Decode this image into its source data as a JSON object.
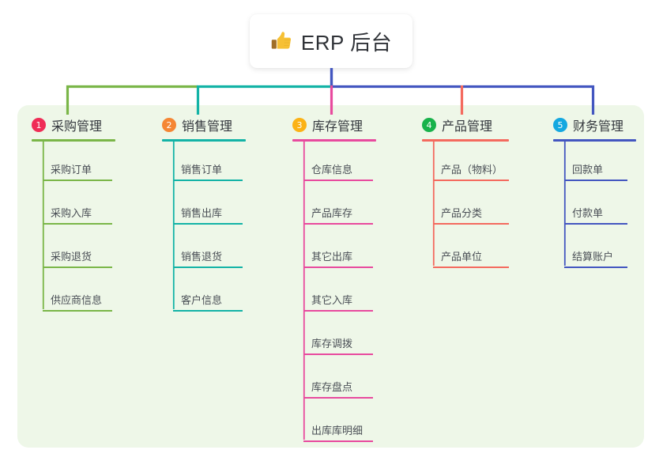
{
  "diagram": {
    "type": "mindmap",
    "root": {
      "label": "ERP 后台",
      "icon": "thumbs-up-icon"
    },
    "panel_color": "#eef7e8",
    "branches": [
      {
        "number": "1",
        "label": "采购管理",
        "badge_color": "#ef2d56",
        "line_color": "#7ab648",
        "items": [
          "采购订单",
          "采购入库",
          "采购退货",
          "供应商信息"
        ]
      },
      {
        "number": "2",
        "label": "销售管理",
        "badge_color": "#f58634",
        "line_color": "#13b3a6",
        "items": [
          "销售订单",
          "销售出库",
          "销售退货",
          "客户信息"
        ]
      },
      {
        "number": "3",
        "label": "库存管理",
        "badge_color": "#fbb216",
        "line_color": "#e84a9e",
        "items": [
          "仓库信息",
          "产品库存",
          "其它出库",
          "其它入库",
          "库存调拨",
          "库存盘点",
          "出库库明细"
        ]
      },
      {
        "number": "4",
        "label": "产品管理",
        "badge_color": "#18b24b",
        "line_color": "#f46a5e",
        "items": [
          "产品（物料）",
          "产品分类",
          "产品单位"
        ]
      },
      {
        "number": "5",
        "label": "财务管理",
        "badge_color": "#14a8e0",
        "line_color": "#4356c0",
        "items": [
          "回款单",
          "付款单",
          "结算账户"
        ]
      }
    ],
    "bus_colors": {
      "segment_1": "#7ab648",
      "segment_2": "#13b3a6",
      "segment_3": "#4356c0",
      "root_stem": "#4356c0"
    }
  }
}
